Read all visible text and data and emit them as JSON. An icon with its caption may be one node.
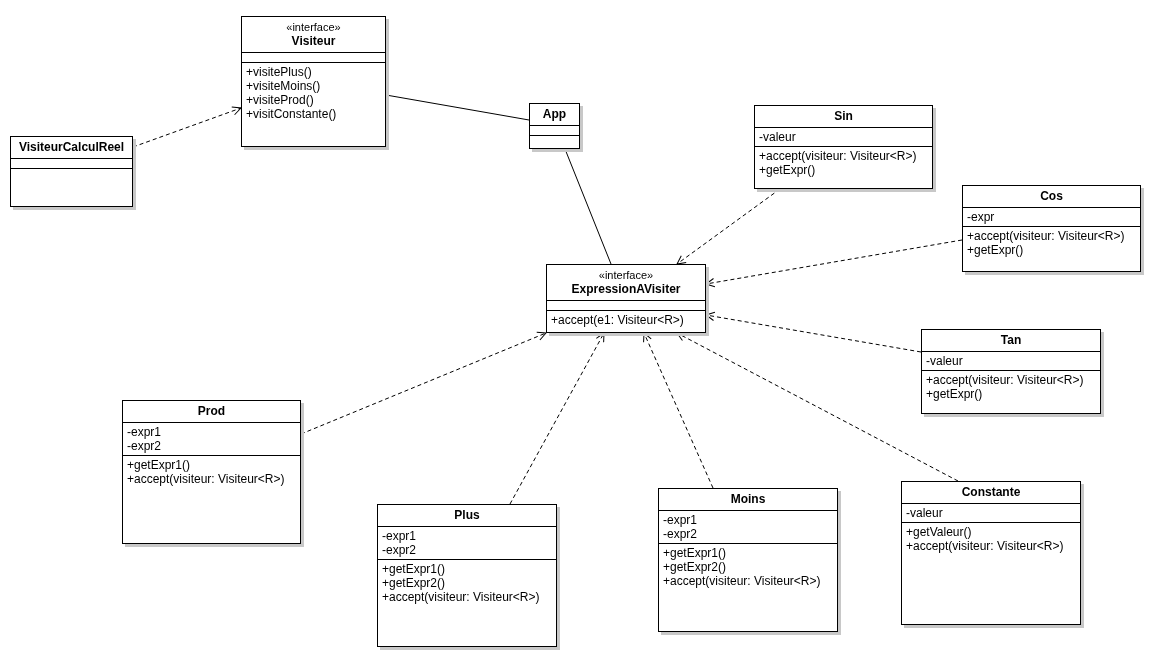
{
  "diagram": {
    "nodes": [
      {
        "text": [
          "«interface»",
          "Visiteur",
          "+visitePlus()",
          "+visiteMoins()",
          "+visiteProd()",
          "+visitConstante()"
        ]
      },
      {
        "text": [
          "App"
        ]
      },
      {
        "text": [
          "Sin",
          "-valeur",
          "+accept(visiteur: Visiteur<R>)",
          "+getExpr()"
        ]
      },
      {
        "text": [
          "VisiteurCalculReel"
        ]
      },
      {
        "text": [
          "Cos",
          "-expr",
          "+accept(visiteur: Visiteur<R>)",
          "+getExpr()"
        ]
      },
      {
        "text": [
          "«interface»",
          "ExpressionAVisiter",
          "+accept(e1: Visiteur<R>)"
        ]
      },
      {
        "text": [
          "Tan",
          "-valeur",
          "+accept(visiteur: Visiteur<R>)",
          "+getExpr()"
        ]
      },
      {
        "text": [
          "Prod",
          "-expr1",
          "-expr2",
          "+getExpr1()",
          "+accept(visiteur: Visiteur<R>)"
        ]
      },
      {
        "text": [
          "Moins",
          "-expr1",
          "-expr2",
          "+getExpr1()",
          "+getExpr2()",
          "+accept(visiteur: Visiteur<R>)"
        ]
      },
      {
        "text": [
          "Constante",
          "-valeur",
          "+getValeur()",
          "+accept(visiteur: Visiteur<R>)"
        ]
      },
      {
        "text": [
          "Plus",
          "-expr1",
          "-expr2",
          "+getExpr1()",
          "+getExpr2()",
          "+accept(visiteur: Visiteur<R>)"
        ]
      }
    ],
    "edges": [
      {
        "from": 3,
        "to": 0,
        "arrow": "to",
        "style": "dashed"
      },
      {
        "from": 0,
        "to": 1,
        "arrow": "none"
      },
      {
        "from": 1,
        "to": 5,
        "arrow": "none"
      },
      {
        "from": 2,
        "to": 5,
        "arrow": "to",
        "style": "dashed"
      },
      {
        "from": 4,
        "to": 5,
        "arrow": "to",
        "style": "dashed"
      },
      {
        "from": 6,
        "to": 5,
        "arrow": "to",
        "style": "dashed"
      },
      {
        "from": 7,
        "to": 5,
        "arrow": "to",
        "style": "dashed"
      },
      {
        "from": 10,
        "to": 5,
        "arrow": "to",
        "style": "dashed"
      },
      {
        "from": 8,
        "to": 5,
        "arrow": "to",
        "style": "dashed"
      },
      {
        "from": 9,
        "to": 5,
        "arrow": "to",
        "style": "dashed"
      }
    ]
  }
}
